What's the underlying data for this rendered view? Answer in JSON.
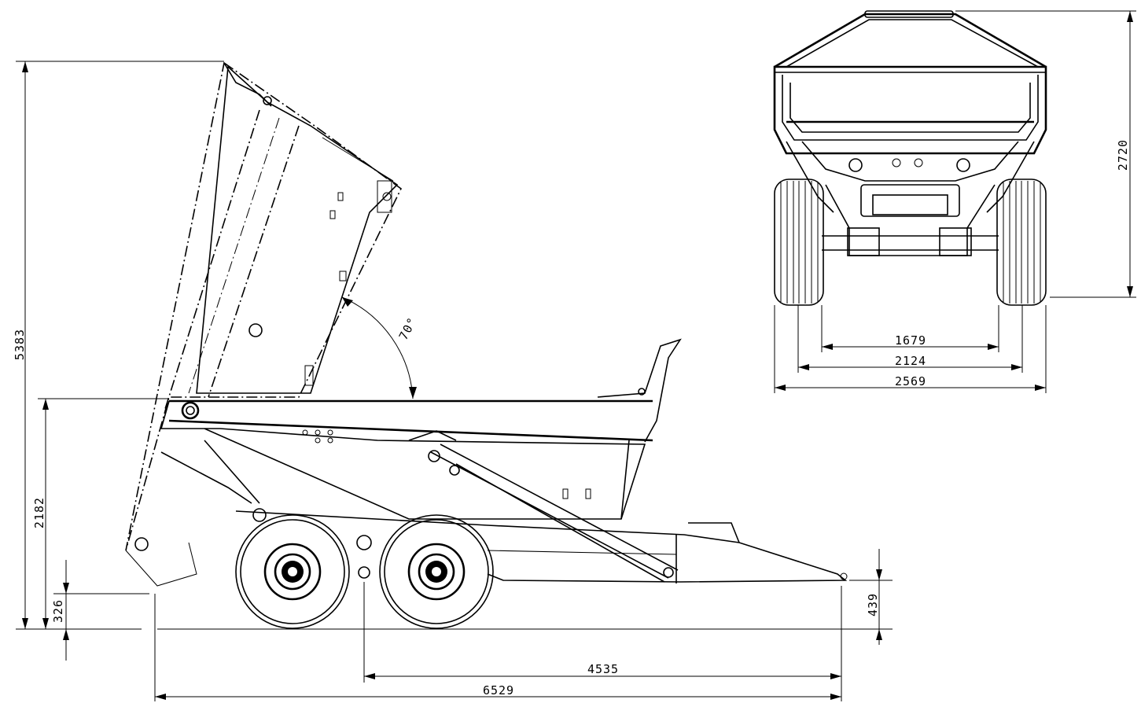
{
  "side_view": {
    "dim_total_height": "5383",
    "dim_platform_height": "2182",
    "dim_rear_clearance": "326",
    "dim_hitch_height": "439",
    "dim_axle_to_hitch": "4535",
    "dim_overall_length": "6529",
    "tip_angle": "70°"
  },
  "rear_view": {
    "dim_height": "2720",
    "dim_inner_track": "1679",
    "dim_track": "2124",
    "dim_overall_width": "2569"
  }
}
